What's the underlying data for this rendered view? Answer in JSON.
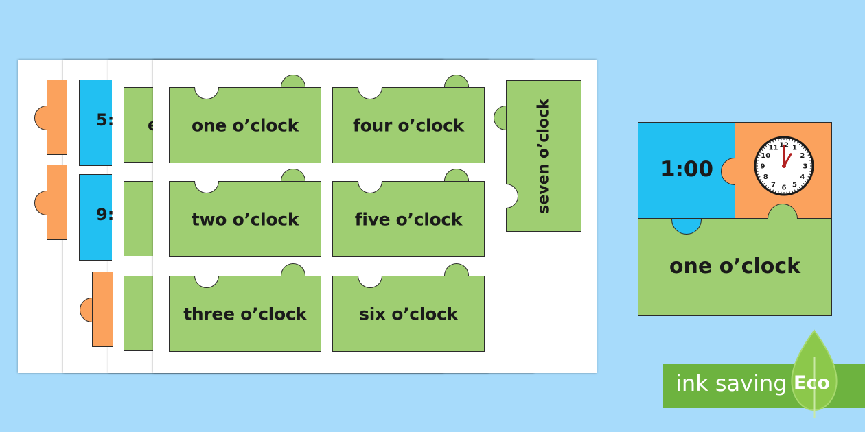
{
  "colors": {
    "background": "#a7dbfb",
    "green": "#9fce72",
    "orange": "#fba25d",
    "blue": "#22c0f2",
    "eco_green": "#6db33f"
  },
  "sheets": {
    "front": {
      "pieces": [
        {
          "label": "one o’clock"
        },
        {
          "label": "four o’clock"
        },
        {
          "label": "two o’clock"
        },
        {
          "label": "five o’clock"
        },
        {
          "label": "three o’clock"
        },
        {
          "label": "six o’clock"
        },
        {
          "label": "seven o’clock"
        }
      ]
    },
    "behind_partial": [
      {
        "text": "e"
      },
      {
        "text": "5:"
      },
      {
        "text": "9:"
      }
    ]
  },
  "assembled_puzzle": {
    "digital_time": "1:00",
    "word_time": "one o’clock",
    "clock": {
      "hour": 1,
      "minute": 0
    },
    "icon": "analog-clock-icon"
  },
  "eco_badge": {
    "text": "ink saving",
    "badge": "Eco",
    "icon": "leaf-icon"
  }
}
